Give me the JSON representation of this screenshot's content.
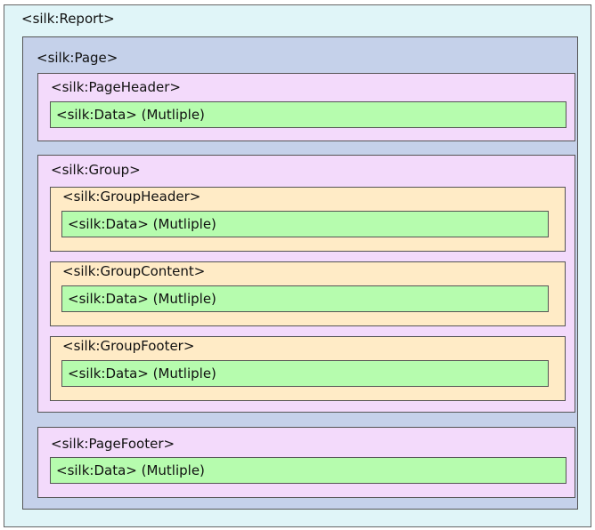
{
  "report": {
    "label": "<silk:Report>"
  },
  "page": {
    "label": "<silk:Page>"
  },
  "page_header": {
    "label": "<silk:PageHeader>",
    "data_label": "<silk:Data> (Mutliple)"
  },
  "group": {
    "label": "<silk:Group>",
    "header": {
      "label": "<silk:GroupHeader>",
      "data_label": "<silk:Data> (Mutliple)"
    },
    "content": {
      "label": "<silk:GroupContent>",
      "data_label": "<silk:Data> (Mutliple)"
    },
    "footer": {
      "label": "<silk:GroupFooter>",
      "data_label": "<silk:Data> (Mutliple)"
    }
  },
  "page_footer": {
    "label": "<silk:PageFooter>",
    "data_label": "<silk:Data> (Mutliple)"
  },
  "colors": {
    "report_bg": "#e0f5f8",
    "page_bg": "#c5d1ea",
    "header_footer_bg": "#f3dafb",
    "group_section_bg": "#ffebc6",
    "data_bg": "#b6fcae"
  }
}
